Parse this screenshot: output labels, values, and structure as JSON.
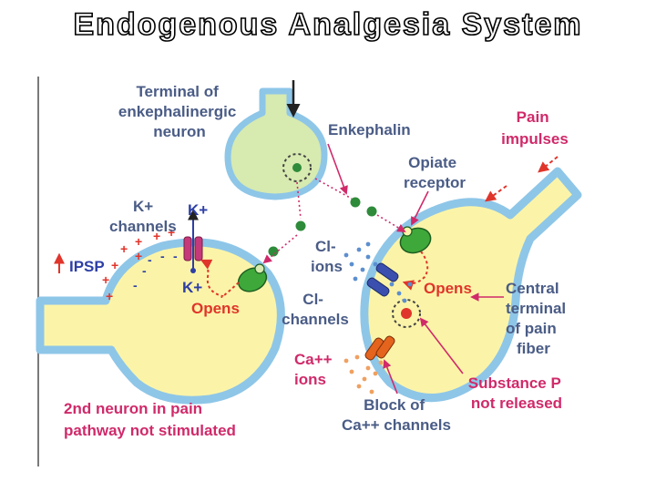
{
  "title": "Endogenous Analgesia System",
  "labels": {
    "terminal_enk": [
      "Terminal of",
      "enkephalinergic",
      "neuron"
    ],
    "enkephalin": "Enkephalin",
    "pain_impulses": [
      "Pain",
      "impulses"
    ],
    "opiate_receptor": [
      "Opiate",
      "receptor"
    ],
    "k_channels": [
      "K+",
      "channels"
    ],
    "k_plus_top": "K+",
    "k_plus_bottom": "K+",
    "ipsp": "IPSP",
    "opens_left": "Opens",
    "cl_ions": [
      "Cl-",
      "ions"
    ],
    "cl_channels": [
      "Cl-",
      "channels"
    ],
    "opens_right": "Opens",
    "central_terminal": [
      "Central",
      "terminal",
      "of pain",
      "fiber"
    ],
    "ca_ions": [
      "Ca++",
      "ions"
    ],
    "substance_p": [
      "Substance P",
      "not released"
    ],
    "block_ca": [
      "Block of",
      "Ca++ channels"
    ],
    "second_neuron": [
      "2nd neuron in pain",
      "pathway not stimulated"
    ],
    "second_neuron_super": "nd"
  },
  "colors": {
    "label_slate": "#4a5c86",
    "label_pink": "#d02a6a",
    "label_red": "#e0352b",
    "label_blue": "#2e3fa6",
    "membrane": "#8ec6e8",
    "green_cell": "#d7eab0",
    "yellow_cell": "#fbf4a8",
    "receptor": "#3ea93a",
    "cl_channel": "#3a4fae",
    "k_channel": "#c5387a",
    "ca_channel": "#e4631d"
  }
}
